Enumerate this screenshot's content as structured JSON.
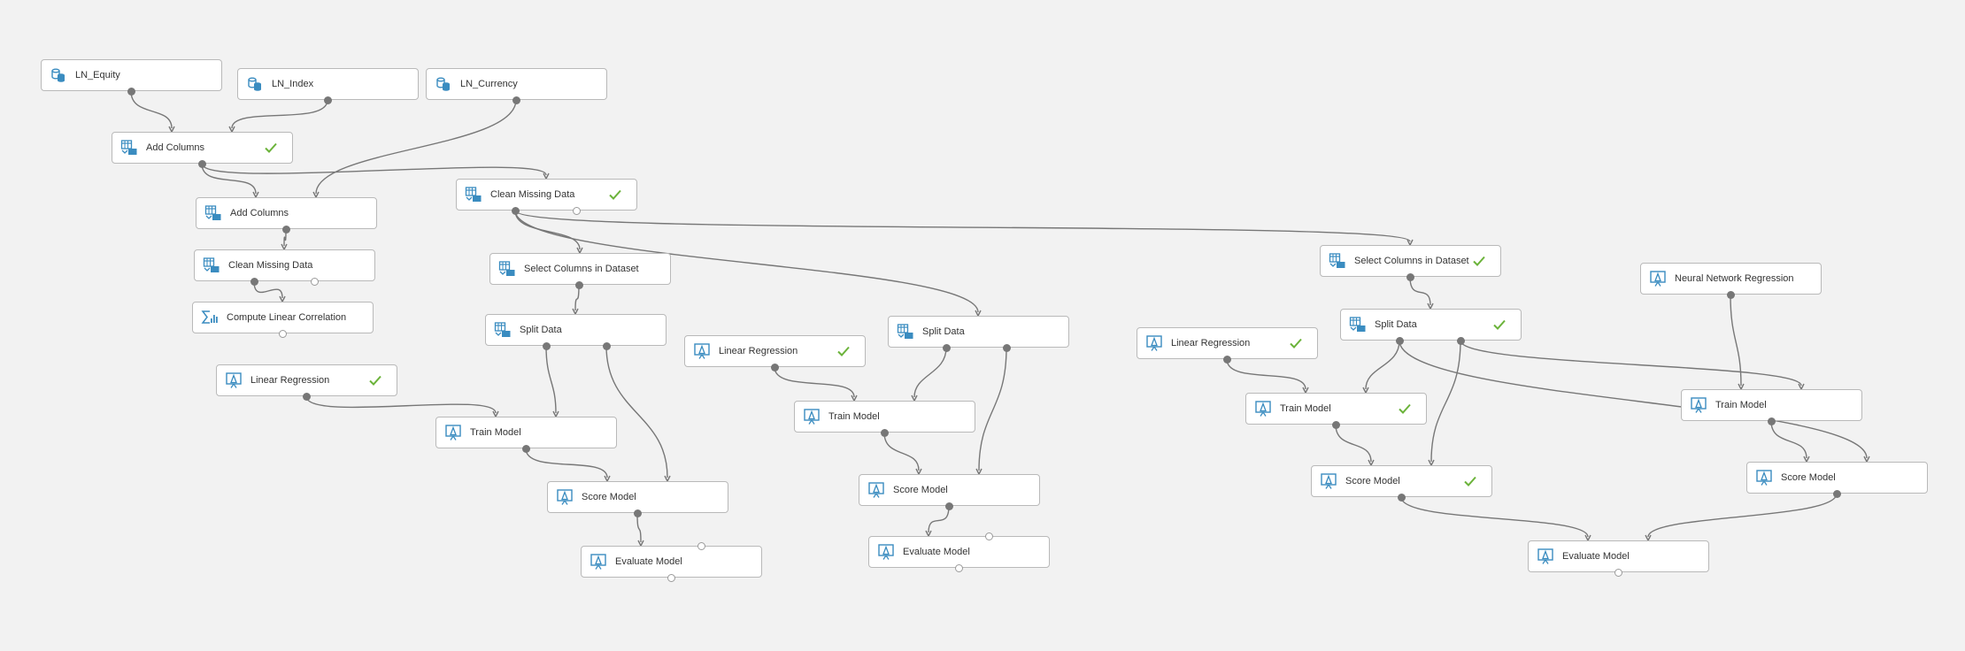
{
  "colors": {
    "background": "#f2f2f2",
    "node_fill": "#ffffff",
    "node_border": "#b9b9b9",
    "icon": "#3a8cc0",
    "check": "#6bb33a",
    "edge": "#777777"
  },
  "nodes": [
    {
      "id": "ln_equity",
      "label": "LN_Equity",
      "icon": "dataset-icon",
      "check": false
    },
    {
      "id": "ln_index",
      "label": "LN_Index",
      "icon": "dataset-icon",
      "check": false
    },
    {
      "id": "ln_currency",
      "label": "LN_Currency",
      "icon": "dataset-icon",
      "check": false
    },
    {
      "id": "add_columns_1",
      "label": "Add Columns",
      "icon": "transform-icon",
      "check": true
    },
    {
      "id": "add_columns_2",
      "label": "Add Columns",
      "icon": "transform-icon",
      "check": false
    },
    {
      "id": "clean_missing_1",
      "label": "Clean Missing Data",
      "icon": "transform-icon",
      "check": false
    },
    {
      "id": "compute_corr",
      "label": "Compute Linear Correlation",
      "icon": "statistics-icon",
      "check": false
    },
    {
      "id": "linreg_1",
      "label": "Linear Regression",
      "icon": "model-icon",
      "check": true
    },
    {
      "id": "clean_missing_2",
      "label": "Clean Missing Data",
      "icon": "transform-icon",
      "check": true
    },
    {
      "id": "select_cols_1",
      "label": "Select Columns in Dataset",
      "icon": "transform-icon",
      "check": false
    },
    {
      "id": "split_1",
      "label": "Split Data",
      "icon": "transform-icon",
      "check": false
    },
    {
      "id": "train_1",
      "label": "Train Model",
      "icon": "model-icon",
      "check": false
    },
    {
      "id": "score_1",
      "label": "Score Model",
      "icon": "model-icon",
      "check": false
    },
    {
      "id": "eval_1",
      "label": "Evaluate Model",
      "icon": "model-icon",
      "check": false
    },
    {
      "id": "linreg_2",
      "label": "Linear Regression",
      "icon": "model-icon",
      "check": true
    },
    {
      "id": "split_2",
      "label": "Split Data",
      "icon": "transform-icon",
      "check": false
    },
    {
      "id": "train_2",
      "label": "Train Model",
      "icon": "model-icon",
      "check": false
    },
    {
      "id": "score_2",
      "label": "Score Model",
      "icon": "model-icon",
      "check": false
    },
    {
      "id": "eval_2",
      "label": "Evaluate Model",
      "icon": "model-icon",
      "check": false
    },
    {
      "id": "select_cols_2",
      "label": "Select Columns in Dataset",
      "icon": "transform-icon",
      "check": true
    },
    {
      "id": "linreg_3",
      "label": "Linear Regression",
      "icon": "model-icon",
      "check": true
    },
    {
      "id": "split_3",
      "label": "Split Data",
      "icon": "transform-icon",
      "check": true
    },
    {
      "id": "train_3",
      "label": "Train Model",
      "icon": "model-icon",
      "check": true
    },
    {
      "id": "score_3",
      "label": "Score Model",
      "icon": "model-icon",
      "check": true
    },
    {
      "id": "nn_reg",
      "label": "Neural Network Regression",
      "icon": "model-icon",
      "check": false
    },
    {
      "id": "train_4",
      "label": "Train Model",
      "icon": "model-icon",
      "check": false
    },
    {
      "id": "score_4",
      "label": "Score Model",
      "icon": "model-icon",
      "check": false
    },
    {
      "id": "eval_3",
      "label": "Evaluate Model",
      "icon": "model-icon",
      "check": false
    }
  ],
  "edges": [
    [
      "ln_equity",
      "add_columns_1"
    ],
    [
      "ln_index",
      "add_columns_1"
    ],
    [
      "add_columns_1",
      "add_columns_2"
    ],
    [
      "ln_currency",
      "add_columns_2"
    ],
    [
      "add_columns_1",
      "clean_missing_2"
    ],
    [
      "add_columns_2",
      "clean_missing_1"
    ],
    [
      "clean_missing_1",
      "compute_corr"
    ],
    [
      "clean_missing_2",
      "select_cols_1"
    ],
    [
      "clean_missing_2",
      "split_2"
    ],
    [
      "clean_missing_2",
      "select_cols_2"
    ],
    [
      "select_cols_1",
      "split_1"
    ],
    [
      "split_1",
      "train_1"
    ],
    [
      "split_1",
      "score_1"
    ],
    [
      "linreg_1",
      "train_1"
    ],
    [
      "train_1",
      "score_1"
    ],
    [
      "score_1",
      "eval_1"
    ],
    [
      "linreg_2",
      "train_2"
    ],
    [
      "split_2",
      "train_2"
    ],
    [
      "split_2",
      "score_2"
    ],
    [
      "train_2",
      "score_2"
    ],
    [
      "score_2",
      "eval_2"
    ],
    [
      "select_cols_2",
      "split_3"
    ],
    [
      "linreg_3",
      "train_3"
    ],
    [
      "split_3",
      "train_3"
    ],
    [
      "split_3",
      "score_3"
    ],
    [
      "split_3",
      "train_4"
    ],
    [
      "split_3",
      "score_4"
    ],
    [
      "nn_reg",
      "train_4"
    ],
    [
      "train_3",
      "score_3"
    ],
    [
      "train_4",
      "score_4"
    ],
    [
      "score_3",
      "eval_3"
    ],
    [
      "score_4",
      "eval_3"
    ]
  ]
}
